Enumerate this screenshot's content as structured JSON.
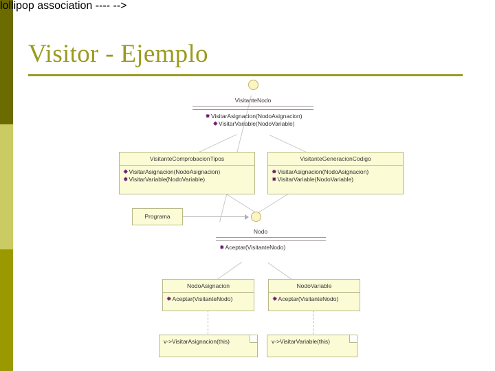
{
  "slide": {
    "title": "Visitor - Ejemplo",
    "title_color": "#9a9a1e",
    "rule_color": "#9a9a22",
    "background": "#ffffff"
  },
  "sidebar": {
    "bands": [
      {
        "name": "band-dark-olive",
        "color": "#6b6b00"
      },
      {
        "name": "band-light-khaki",
        "color": "#cbcb63"
      },
      {
        "name": "band-olive",
        "color": "#9a9a00"
      }
    ]
  },
  "diagram": {
    "type": "uml-class-diagram",
    "box_fill": "#fbfbd5",
    "box_border": "#b9b98a",
    "classes": [
      {
        "id": "visitante-nodo",
        "name": "VisitanteNodo",
        "style": "abstract",
        "operations": [
          "VisitarAsignacion(NodoAsignacion)",
          "VisitarVariable(NodoVariable)"
        ]
      },
      {
        "id": "visitante-comprobacion-tipos",
        "name": "VisitanteComprobacionTipos",
        "style": "concrete",
        "operations": [
          "VisitarAsignacion(NodoAsignacion)",
          "VisitarVariable(NodoVariable)"
        ]
      },
      {
        "id": "visitante-generacion-codigo",
        "name": "VisitanteGeneracionCodigo",
        "style": "concrete",
        "operations": [
          "VisitarAsignacion(NodoAsignacion)",
          "VisitarVariable(NodoVariable)"
        ]
      },
      {
        "id": "programa",
        "name": "Programa",
        "style": "concrete",
        "operations": []
      },
      {
        "id": "nodo",
        "name": "Nodo",
        "style": "abstract",
        "operations": [
          "Aceptar(VisitanteNodo)"
        ]
      },
      {
        "id": "nodo-asignacion",
        "name": "NodoAsignacion",
        "style": "concrete",
        "operations": [
          "Aceptar(VisitanteNodo)"
        ]
      },
      {
        "id": "nodo-variable",
        "name": "NodoVariable",
        "style": "concrete",
        "operations": [
          "Aceptar(VisitanteNodo)"
        ]
      }
    ],
    "notes": [
      {
        "id": "note-visitar-asignacion",
        "text": "v->VisitarAsignacion(this)",
        "attached_to": "nodo-asignacion"
      },
      {
        "id": "note-visitar-variable",
        "text": "v->VisitarVariable(this)",
        "attached_to": "nodo-variable"
      }
    ],
    "lollipops": [
      {
        "id": "lollipop-visitante-nodo",
        "color": "#fbf4c4",
        "border": "#c0b060"
      },
      {
        "id": "lollipop-nodo",
        "color": "#fbf4c4",
        "border": "#c0b060"
      }
    ],
    "operation_marker": "✸"
  }
}
